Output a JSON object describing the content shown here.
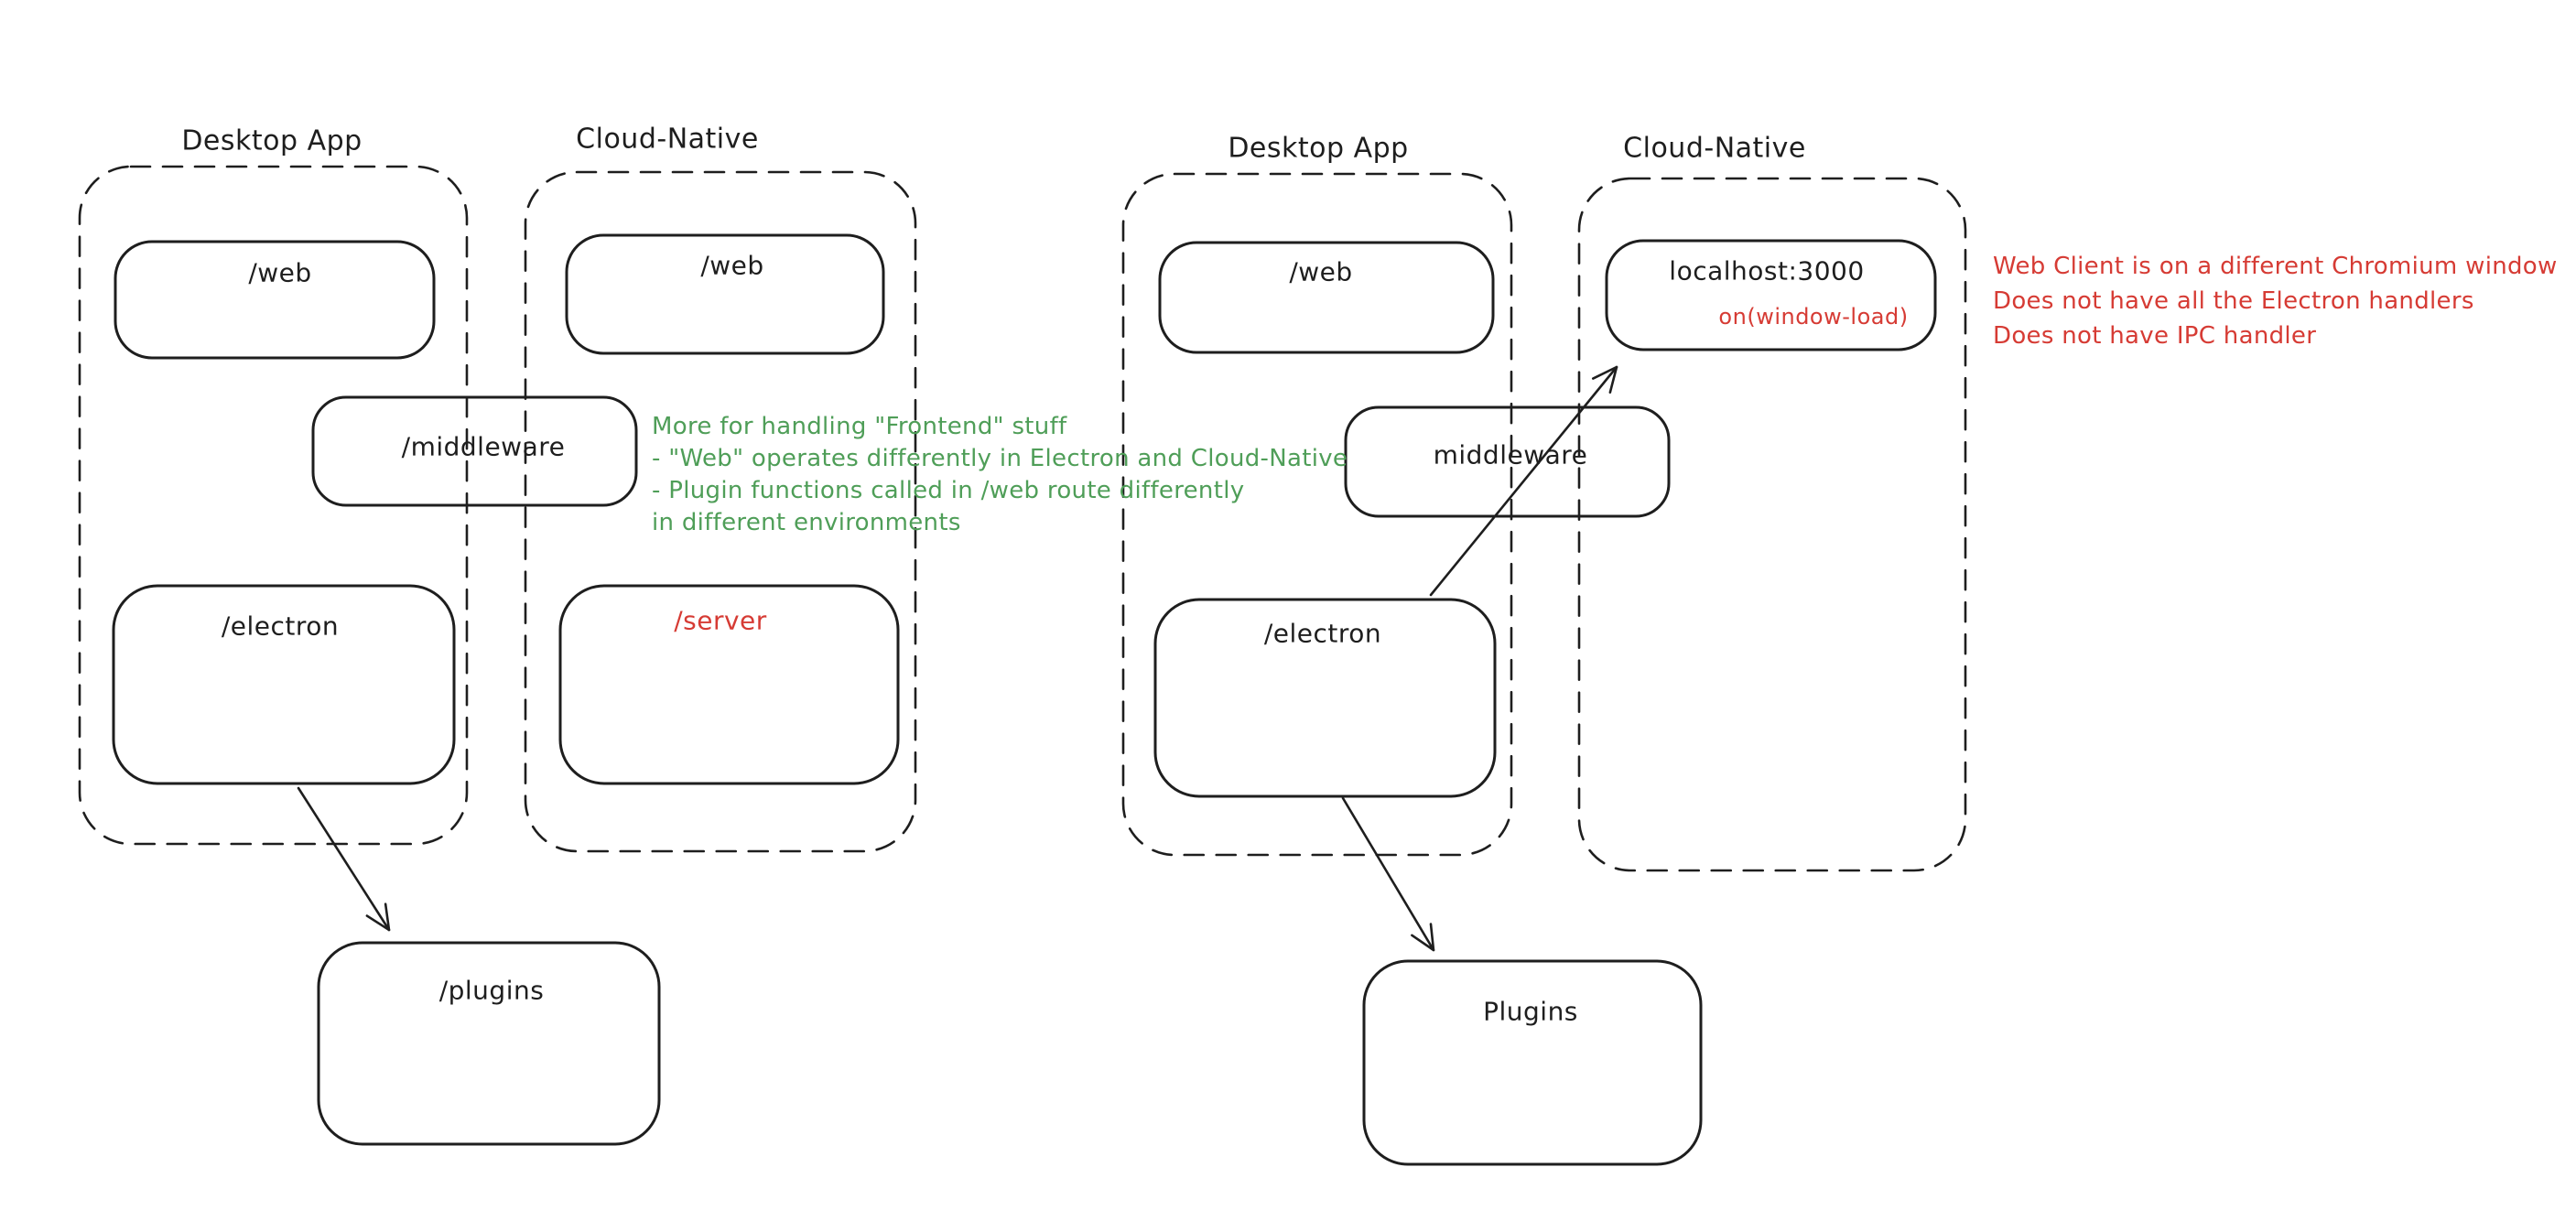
{
  "colors": {
    "ink": "#1e1e1e",
    "red": "#d63b34",
    "green": "#4f9e58",
    "background": "#ffffff"
  },
  "left_diagram": {
    "desktop_title": "Desktop App",
    "cloud_title": "Cloud-Native",
    "desktop_web": "/web",
    "cloud_web": "/web",
    "middleware": "/middleware",
    "electron": "/electron",
    "server": "/server",
    "plugins": "/plugins"
  },
  "right_diagram": {
    "desktop_title": "Desktop App",
    "cloud_title": "Cloud-Native",
    "web": "/web",
    "middleware": "middleware",
    "electron": "/electron",
    "localhost": "localhost:3000",
    "window_load": "on(window-load)",
    "plugins": "Plugins"
  },
  "notes": {
    "green": {
      "line1": "More for handling \"Frontend\" stuff",
      "line2": "- \"Web\" operates differently in Electron and Cloud-Native",
      "line3": "- Plugin functions called in /web route differently",
      "line4": "in different environments"
    },
    "red": {
      "line1": "Web Client is on a different Chromium window",
      "line2": "Does not have all the Electron handlers",
      "line3": "Does not have IPC handler"
    }
  }
}
